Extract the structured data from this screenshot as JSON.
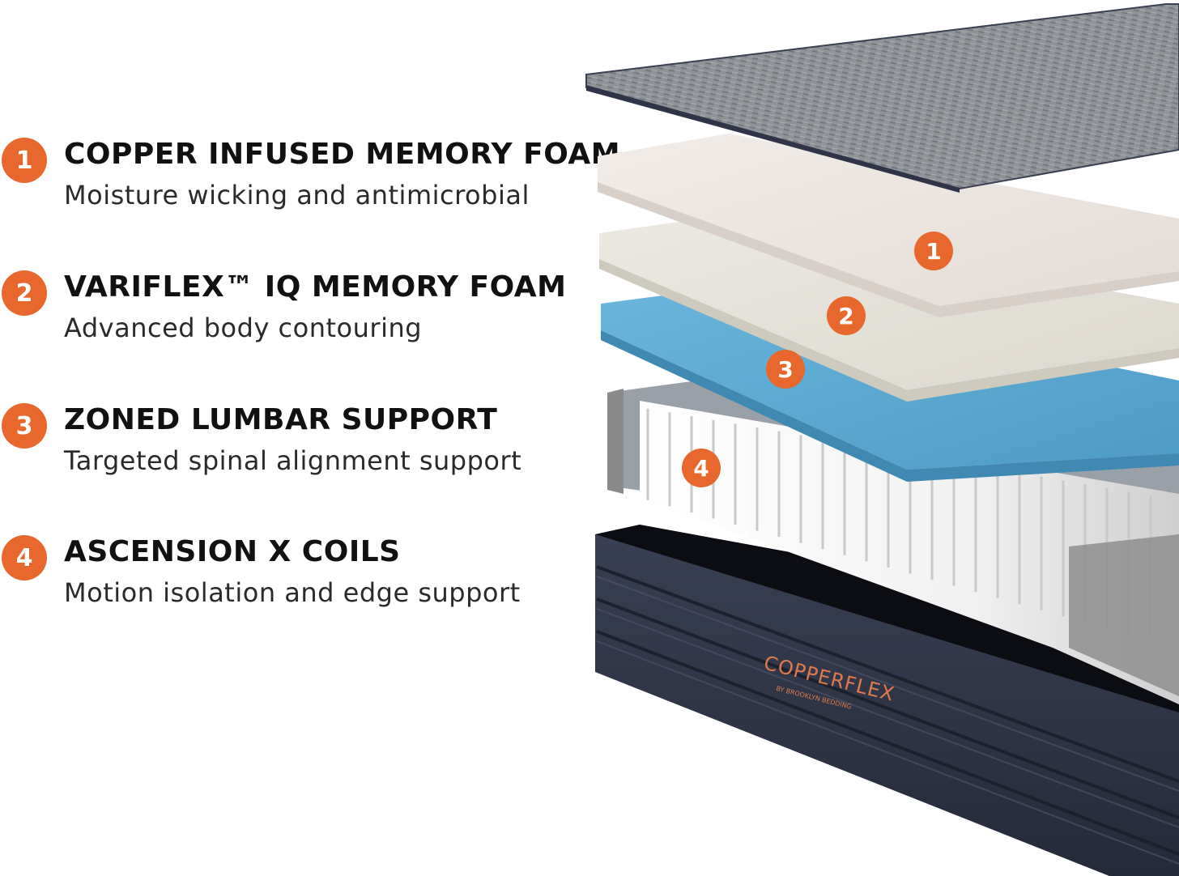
{
  "features": [
    {
      "number": "1",
      "title": "COPPER INFUSED MEMORY FOAM",
      "subtitle": "Moisture wicking and antimicrobial"
    },
    {
      "number": "2",
      "title": "VARIFLEX™ IQ MEMORY FOAM",
      "subtitle": "Advanced body contouring"
    },
    {
      "number": "3",
      "title": "ZONED LUMBAR SUPPORT",
      "subtitle": "Targeted spinal alignment support"
    },
    {
      "number": "4",
      "title": "ASCENSION X COILS",
      "subtitle": "Motion isolation and edge support"
    }
  ],
  "callouts": [
    "1",
    "2",
    "3",
    "4"
  ],
  "brand": {
    "name": "COPPERFLEX",
    "tagline": "BY BROOKLYN BEDDING"
  },
  "colors": {
    "accent": "#e8672d",
    "base": "#2e3346",
    "gel": "#5aa8cf",
    "cover": "#8c8f94"
  }
}
